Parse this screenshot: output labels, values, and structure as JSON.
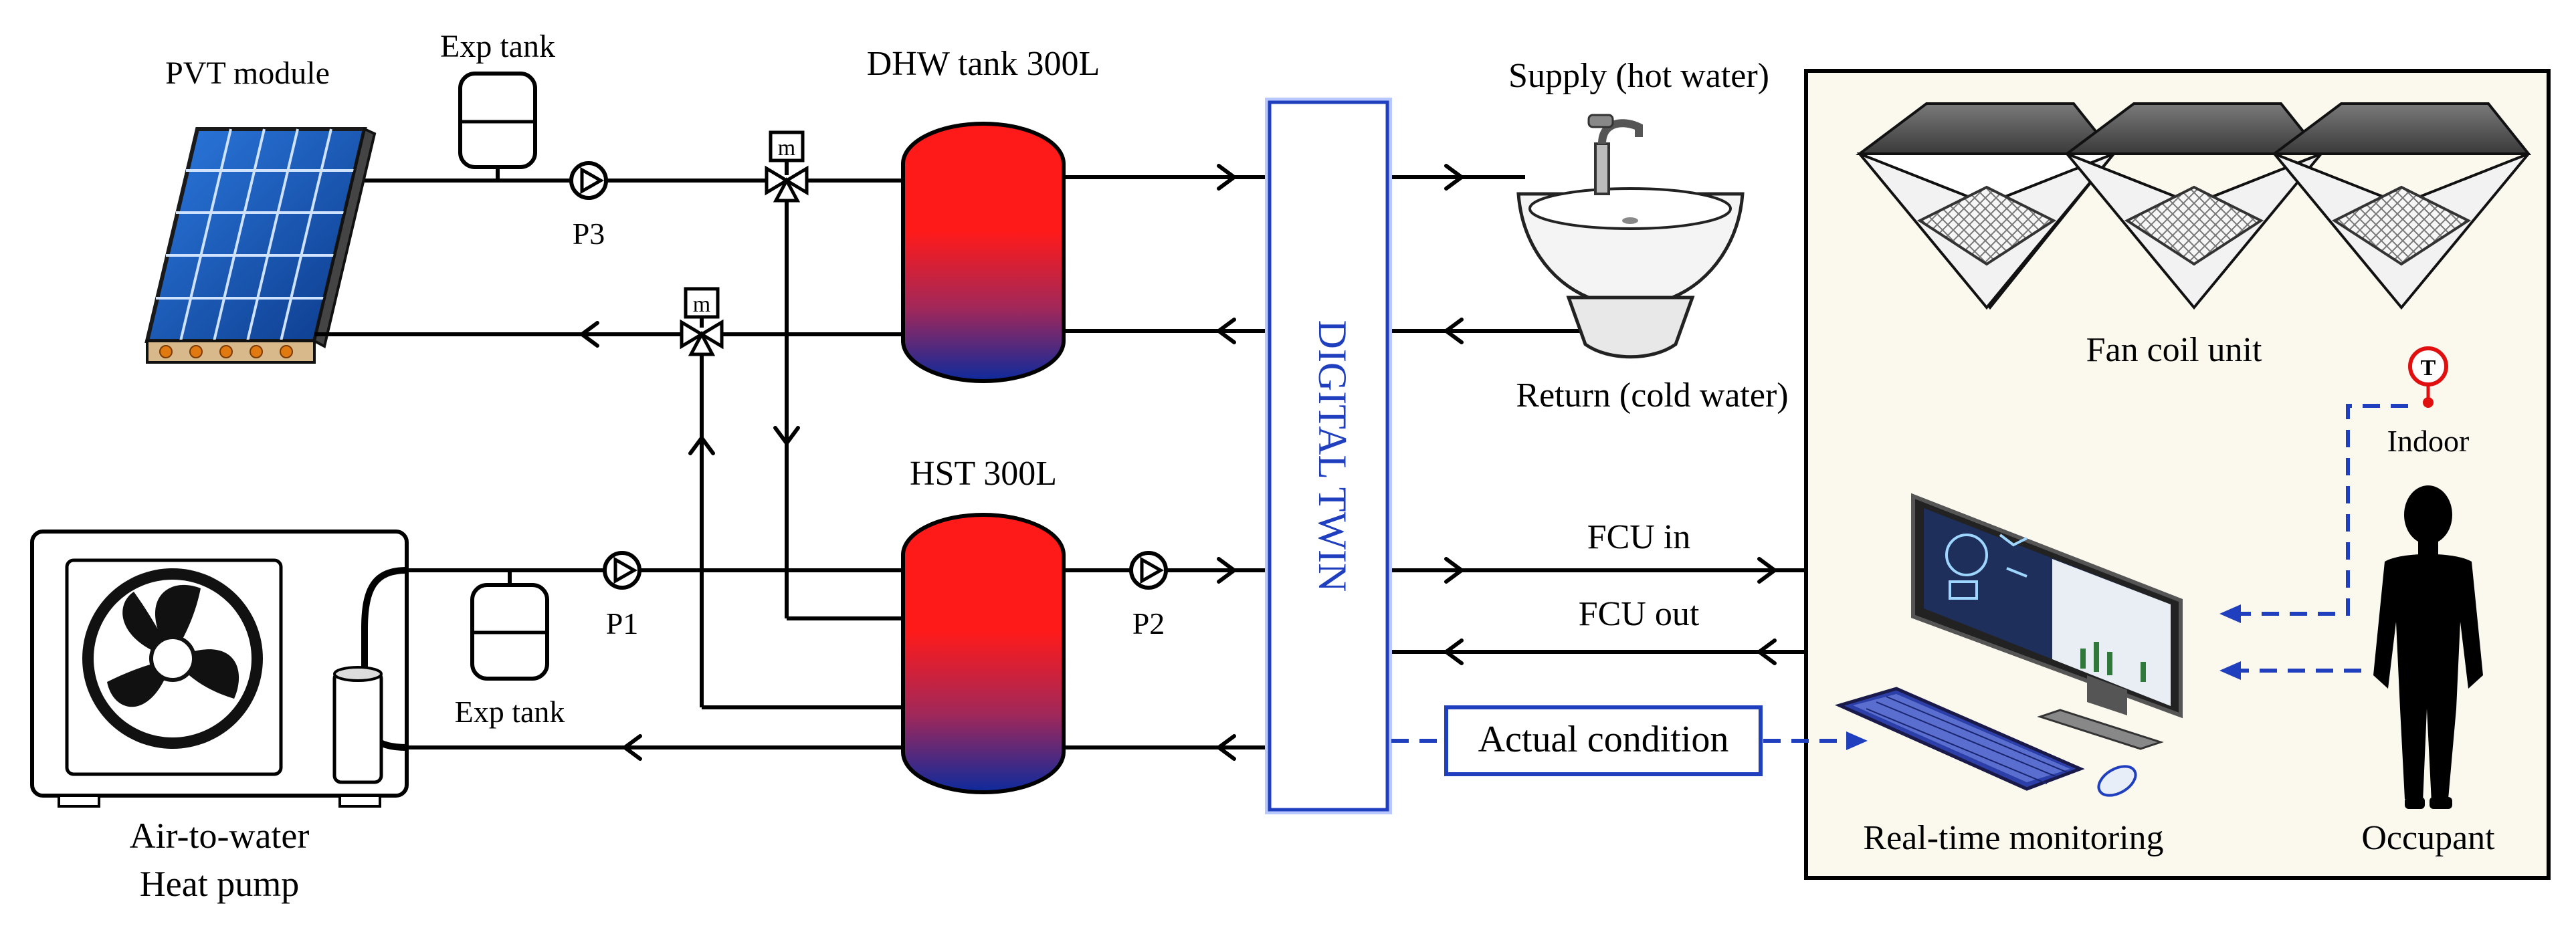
{
  "labels": {
    "pvt_module": "PVT module",
    "exp_tank_top": "Exp tank",
    "dhw_tank": "DHW tank 300L",
    "pump_p3": "P3",
    "valve_m1": "m",
    "valve_m2": "m",
    "supply": "Supply (hot water)",
    "return": "Return (cold water)",
    "hst": "HST 300L",
    "pump_p1": "P1",
    "pump_p2": "P2",
    "exp_tank_bottom": "Exp tank",
    "heat_pump_line1": "Air-to-water",
    "heat_pump_line2": "Heat pump",
    "digital_twin": "DIGITAL TWIN",
    "fcu_in": "FCU in",
    "fcu_out": "FCU out",
    "actual_condition": "Actual condition",
    "fan_coil_unit": "Fan coil unit",
    "sensor_t": "T",
    "indoor": "Indoor",
    "real_time_monitoring": "Real-time monitoring",
    "occupant": "Occupant"
  },
  "colors": {
    "tank_top": "#ff1a1a",
    "tank_bottom": "#0d2a9c",
    "digital_twin": "#1f3fbf",
    "dashed_link": "#1f3fbf",
    "sensor": "#e01010",
    "room_bg": "#fbf8ee",
    "pv_panel": "#1e5fb8"
  },
  "icons": [
    "solar-panel-icon",
    "expansion-tank-icon",
    "pump-icon",
    "three-way-valve-icon",
    "sink-icon",
    "fan-coil-icon",
    "monitor-icon",
    "keyboard-icon",
    "mouse-icon",
    "person-icon",
    "thermometer-icon",
    "heat-pump-icon"
  ]
}
